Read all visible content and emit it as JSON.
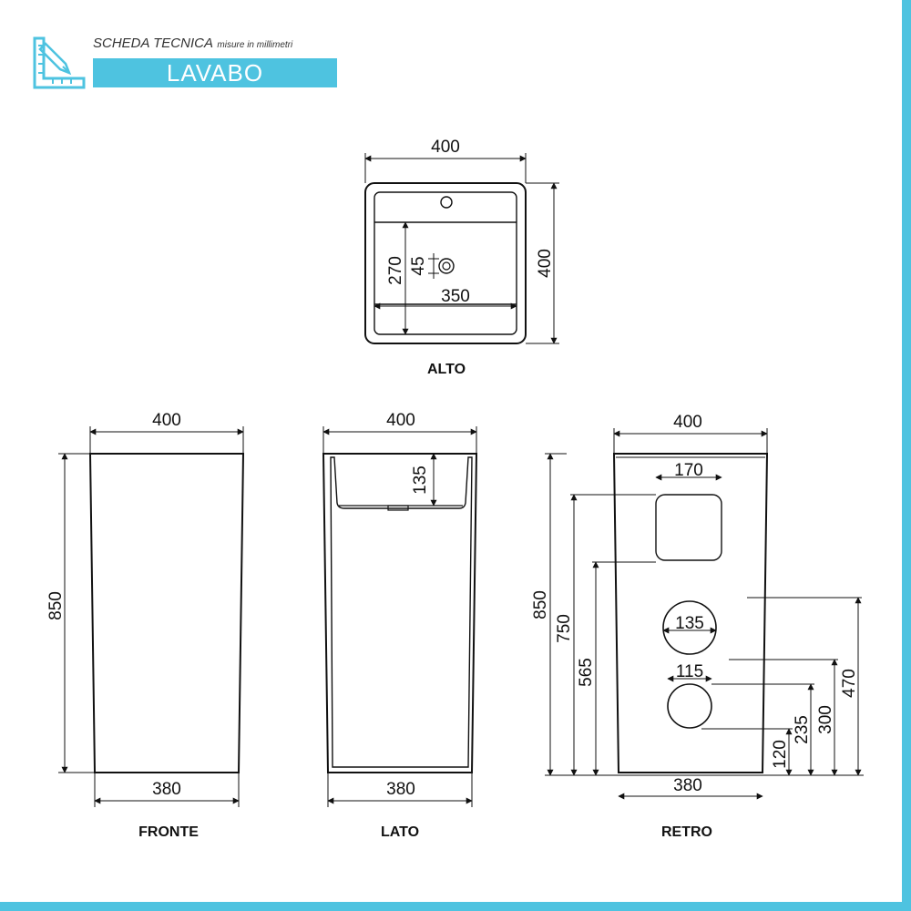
{
  "header": {
    "title": "SCHEDA TECNICA",
    "subtitle": "misure in millimetri",
    "product": "LAVABO",
    "accent_color": "#4ec3e0",
    "icon": "ruler-pencil-icon"
  },
  "views": {
    "top": {
      "label": "ALTO",
      "width": "400",
      "depth": "400",
      "basin_width": "350",
      "basin_depth": "270",
      "drain_offset": "45"
    },
    "front": {
      "label": "FRONTE",
      "top_width": "400",
      "bottom_width": "380",
      "height": "850"
    },
    "side": {
      "label": "LATO",
      "top_width": "400",
      "bottom_width": "380",
      "basin_depth": "135"
    },
    "back": {
      "label": "RETRO",
      "top_width": "400",
      "bottom_width": "380",
      "height": "850",
      "opening_width": "170",
      "opening_top": "750",
      "opening_bottom": "565",
      "round_hole_dia": "135",
      "small_hole_dia": "115",
      "round_hole_center": "470",
      "round_hole_bottom": "300",
      "small_hole_top": "235",
      "small_hole_bottom": "120"
    }
  }
}
